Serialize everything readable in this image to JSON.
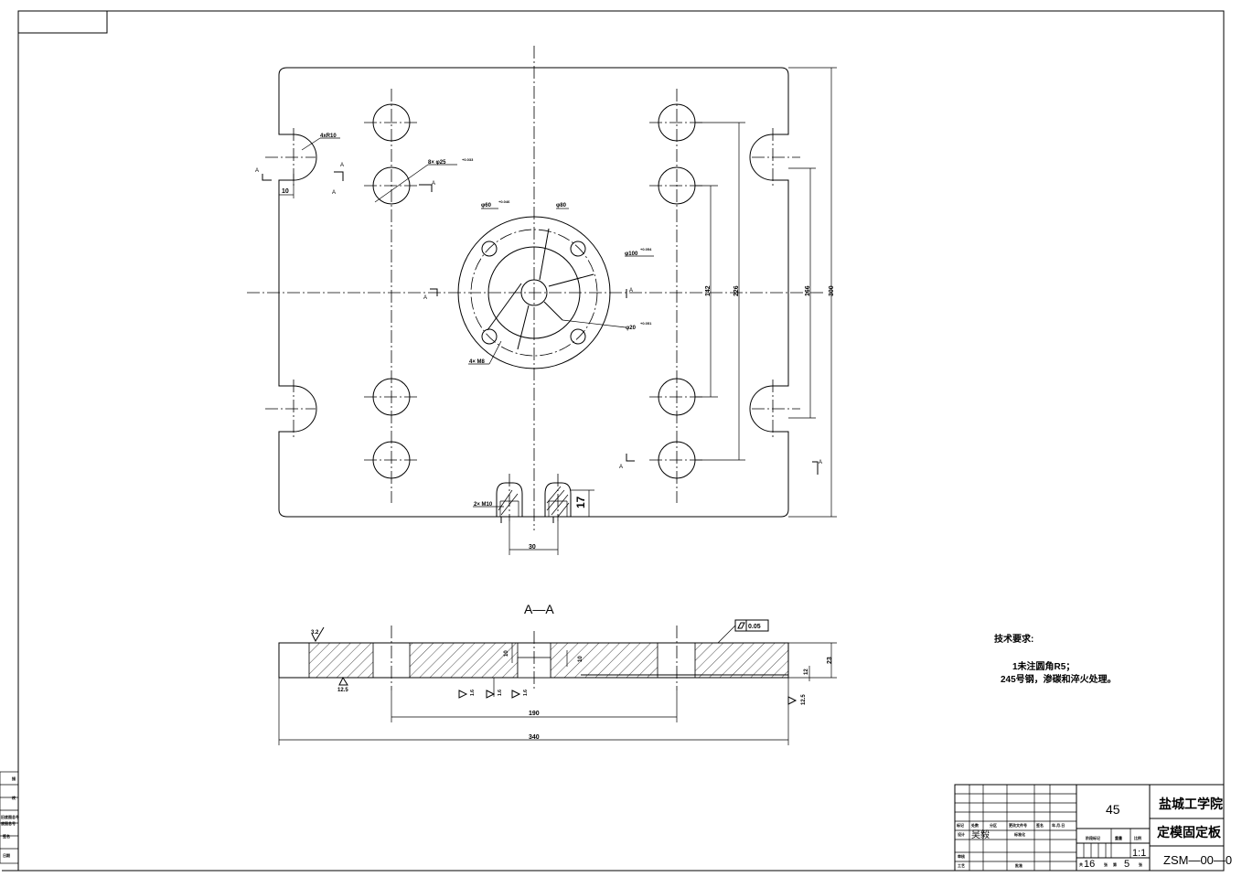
{
  "dimensions": {
    "r10": "4xR10",
    "holes_8": "8× φ25",
    "holes_8_tol": "+0.033",
    "d60": "φ60",
    "d60_tol": "+0.046",
    "d80": "φ80",
    "d100": "φ100",
    "d100_tol": "+0.054",
    "d20": "φ20",
    "d20_tol": "+0.051",
    "m8": "4× M8",
    "m10": "2× M10",
    "w10": "10",
    "h300": "300",
    "h166": "166",
    "h226": "226",
    "h142": "142",
    "d17": "17",
    "w30": "30",
    "w190": "190",
    "w340": "340",
    "t23": "23",
    "t12": "12",
    "t10": "10",
    "flatness": "0.05",
    "rough_32": "3.2",
    "rough_125a": "12.5",
    "rough_125b": "12.5",
    "rough_16a": "1.6",
    "rough_16b": "1.6",
    "rough_16c": "1.6"
  },
  "section_marks": {
    "a": "A",
    "section_title": "A—A"
  },
  "tech": {
    "title": "技术要求:",
    "line1": "1未注圆角R5；",
    "line2": "245号钢，渗碳和淬火处理。"
  },
  "title_block": {
    "material": "45",
    "school": "盐城工学院",
    "part_name": "定模固定板",
    "drawing_no": "ZSM—00—0",
    "scale": "1:1",
    "designer": "吴毅",
    "sheet_total": "16",
    "sheet_no": "5",
    "row_labels": [
      "标记",
      "处数",
      "分区",
      "更改文件号",
      "签名",
      "年.月.日"
    ],
    "design_label": "设计",
    "std_label": "标准化",
    "stage_label": "阶段标记",
    "weight_label": "重量",
    "scale_label": "比例",
    "review_label": "审核",
    "process_label": "工艺",
    "approve_label": "批准",
    "total_label": "共",
    "sheet_label": "张",
    "no_label": "第"
  },
  "margin_labels": [
    "描",
    "校",
    "旧底图总号",
    "底图总号",
    "签名",
    "日期"
  ]
}
